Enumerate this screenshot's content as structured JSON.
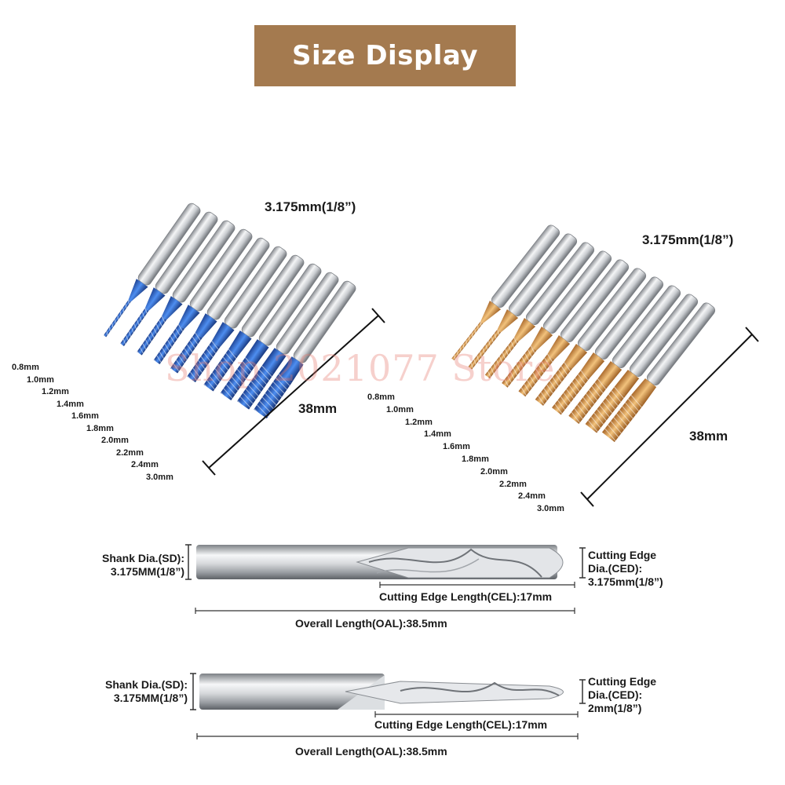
{
  "banner": {
    "title": "Size Display"
  },
  "blue_set": {
    "shank_label": "3.175mm(1/8”)",
    "length_label": "38mm",
    "sizes": [
      "0.8mm",
      "1.0mm",
      "1.2mm",
      "1.4mm",
      "1.6mm",
      "1.8mm",
      "2.0mm",
      "2.2mm",
      "2.4mm",
      "3.0mm"
    ],
    "coating_color": "#2f6fd6"
  },
  "gold_set": {
    "shank_label": "3.175mm(1/8”)",
    "length_label": "38mm",
    "sizes": [
      "0.8mm",
      "1.0mm",
      "1.2mm",
      "1.4mm",
      "1.6mm",
      "1.8mm",
      "2.0mm",
      "2.2mm",
      "2.4mm",
      "3.0mm"
    ],
    "coating_color": "#d69a4a"
  },
  "watermark": "Shop 2021077 Store",
  "diagram1": {
    "sd_line1": "Shank Dia.(SD):",
    "sd_line2": "3.175MM(1/8”)",
    "ced_line1": "Cutting Edge",
    "ced_line2": "Dia.(CED):",
    "ced_line3": "3.175mm(1/8”)",
    "cel": "Cutting Edge Length(CEL):17mm",
    "oal": "Overall Length(OAL):38.5mm"
  },
  "diagram2": {
    "sd_line1": "Shank Dia.(SD):",
    "sd_line2": "3.175MM(1/8”)",
    "ced_line1": "Cutting Edge",
    "ced_line2": "Dia.(CED):",
    "ced_line3": "2mm(1/8”)",
    "cel": "Cutting Edge Length(CEL):17mm",
    "oal": "Overall Length(OAL):38.5mm"
  }
}
